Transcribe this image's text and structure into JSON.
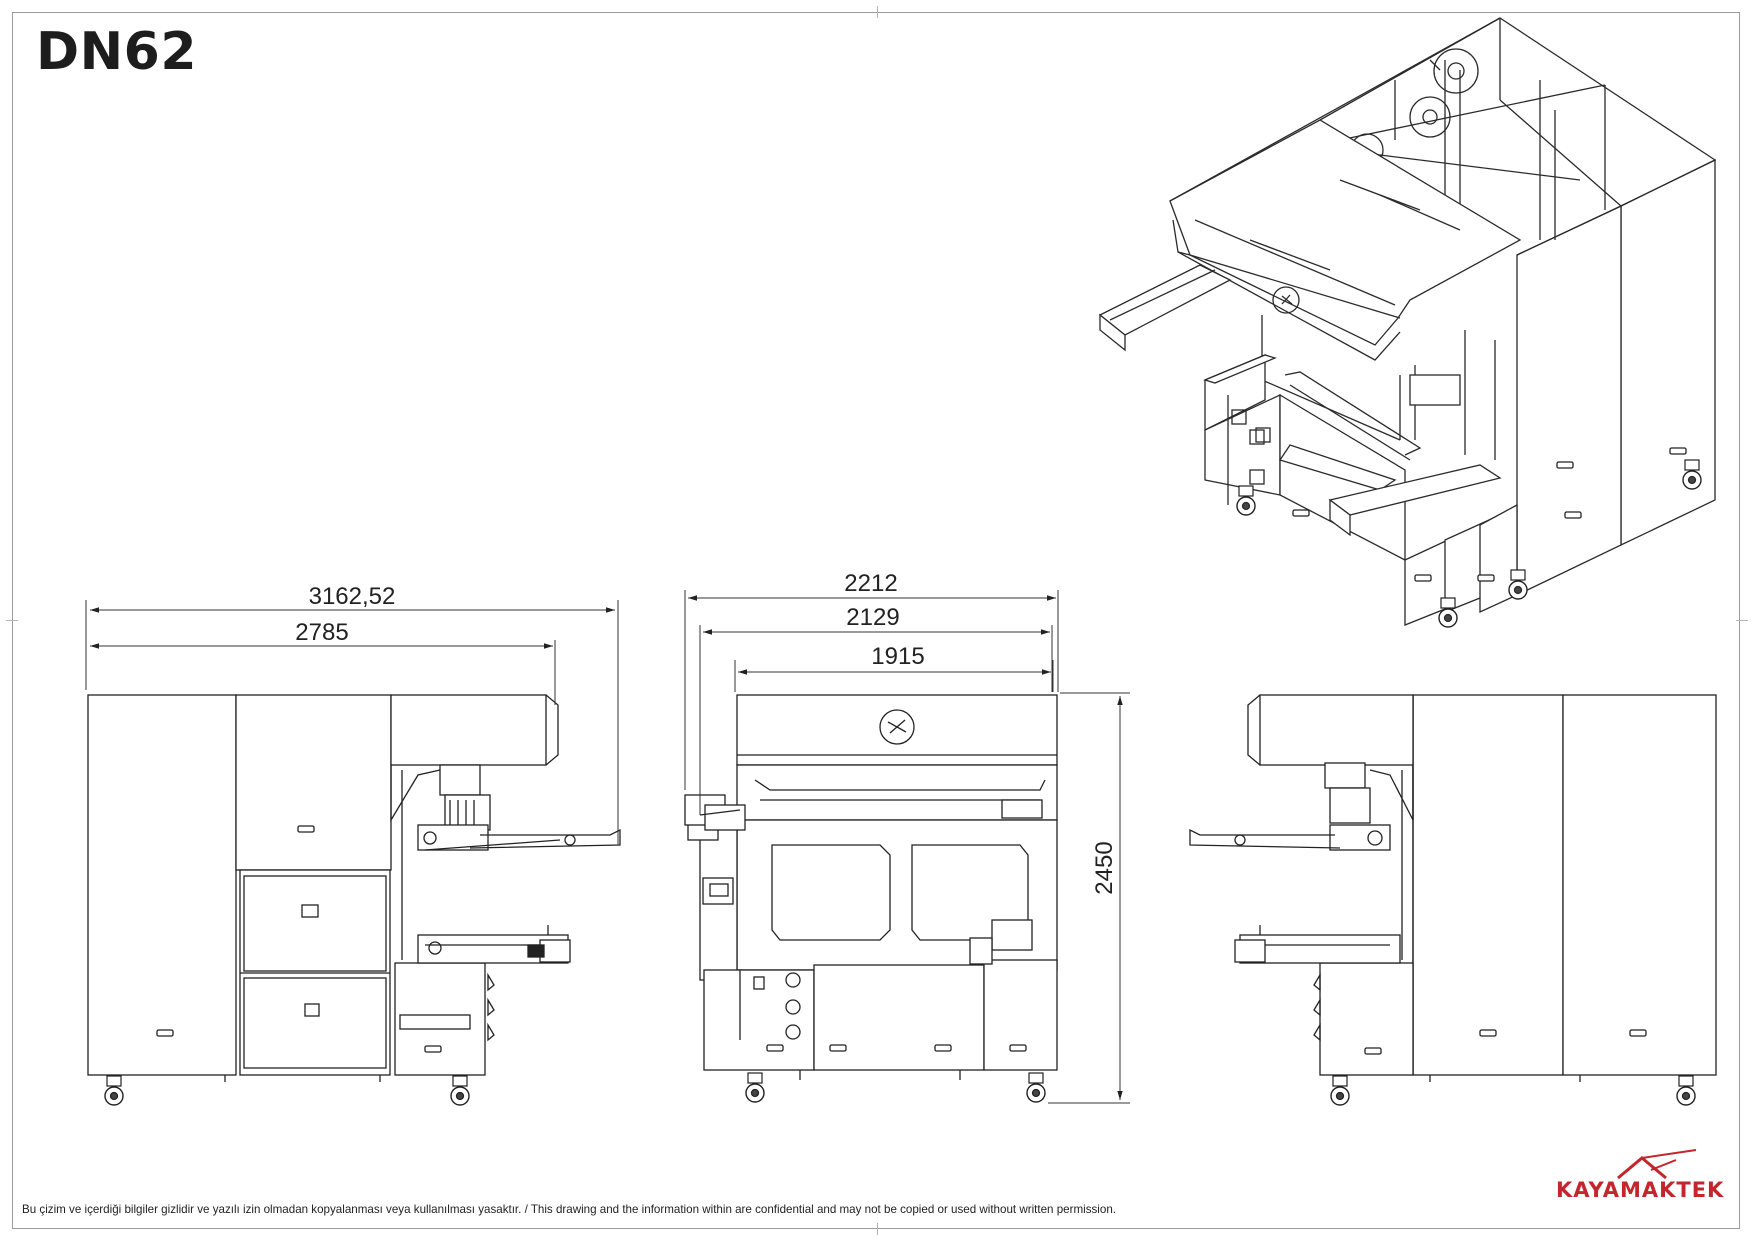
{
  "drawing": {
    "title": "DN62",
    "notice": "Bu çizim ve içerdiği bilgiler gizlidir ve yazılı izin olmadan kopyalanması veya kullanılması yasaktır. / This drawing and the information within are confidential and may not be copied or used without written permission.",
    "company": "KAYAMAKTEK",
    "brand_color": "#c3262c"
  },
  "dimensions": {
    "side_left": {
      "overall": "3162,52",
      "body": "2785"
    },
    "front": {
      "overall": "2212",
      "frame": "2129",
      "inner": "1915",
      "height": "2450"
    }
  }
}
